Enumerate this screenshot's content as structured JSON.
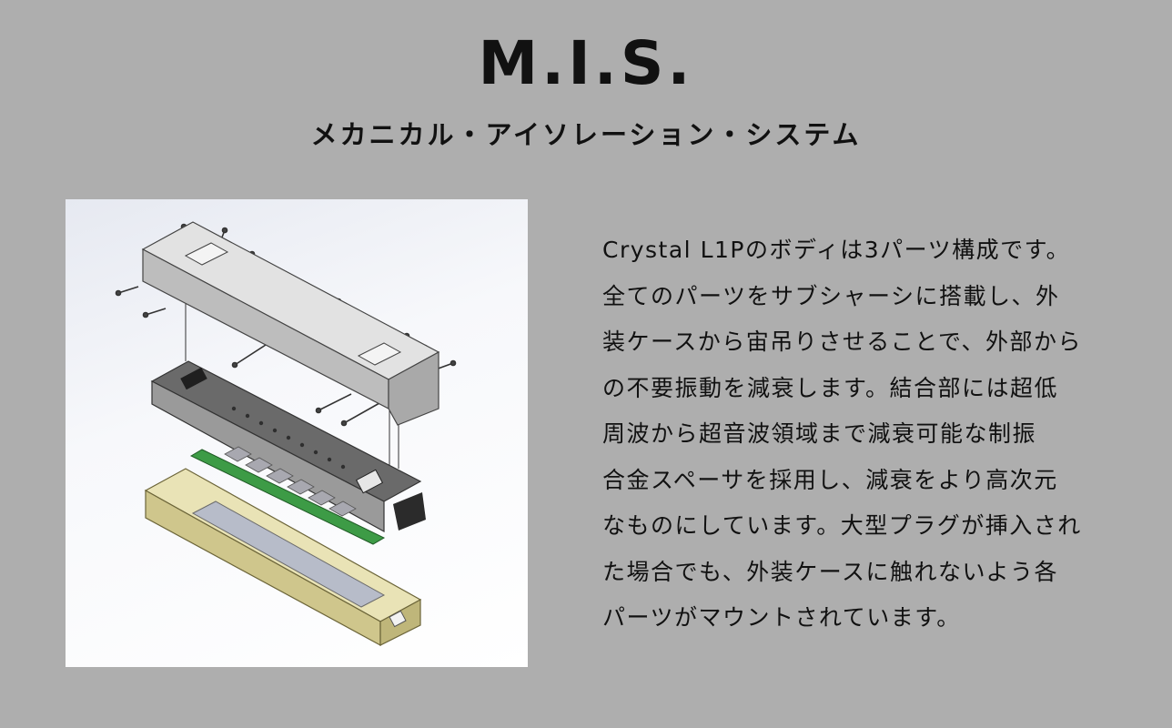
{
  "header": {
    "title": "M.I.S.",
    "subtitle": "メカニカル・アイソレーション・システム"
  },
  "illustration": {
    "description_icon": "exploded-assembly-illustration"
  },
  "body": {
    "lines": [
      "Crystal L1Pのボディは3パーツ構成です。",
      "全てのパーツをサブシャーシに搭載し、外",
      "装ケースから宙吊りさせることで、外部から",
      "の不要振動を減衰します。結合部には超低",
      "周波から超音波領域まで減衰可能な制振",
      "合金スペーサを採用し、減衰をより高次元",
      "なものにしています。大型プラグが挿入され",
      "た場合でも、外装ケースに触れないよう各",
      "パーツがマウントされています。"
    ]
  },
  "colors": {
    "background": "#aeaeae",
    "text": "#111111",
    "case_metal": "#cfcfcf",
    "chassis_dark": "#5c5c5c",
    "pcb_green": "#3d9b46",
    "frame_tan": "#d9d2a0"
  }
}
